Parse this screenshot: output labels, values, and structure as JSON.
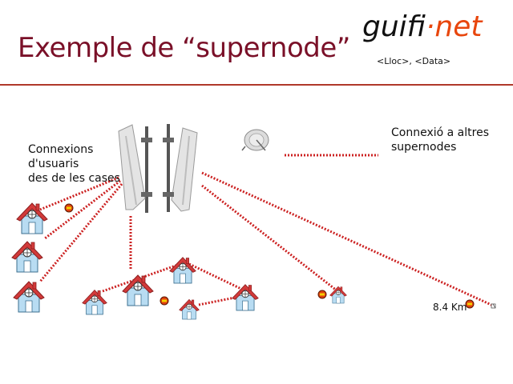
{
  "slide": {
    "title": "Exemple de “supernode”",
    "logo": {
      "part1": "guifi",
      "dot": "·",
      "part2": "net"
    },
    "meta": "<Lloc>, <Data>",
    "label_users": "Connexions\nd'usuaris\ndes de les cases",
    "label_supernodes": "Connexió a altres\nsupernodes",
    "distance": "8.4 Km"
  },
  "colors": {
    "title": "#7a1028",
    "rule": "#b0382a",
    "link": "#cc2222",
    "roof": "#d23a3a",
    "wall": "#b8dcf2",
    "logo_accent": "#e8460d"
  },
  "icons": [
    "sector-antenna-icon",
    "dish-antenna-icon",
    "house-icon",
    "router-icon",
    "small-antenna-icon"
  ]
}
